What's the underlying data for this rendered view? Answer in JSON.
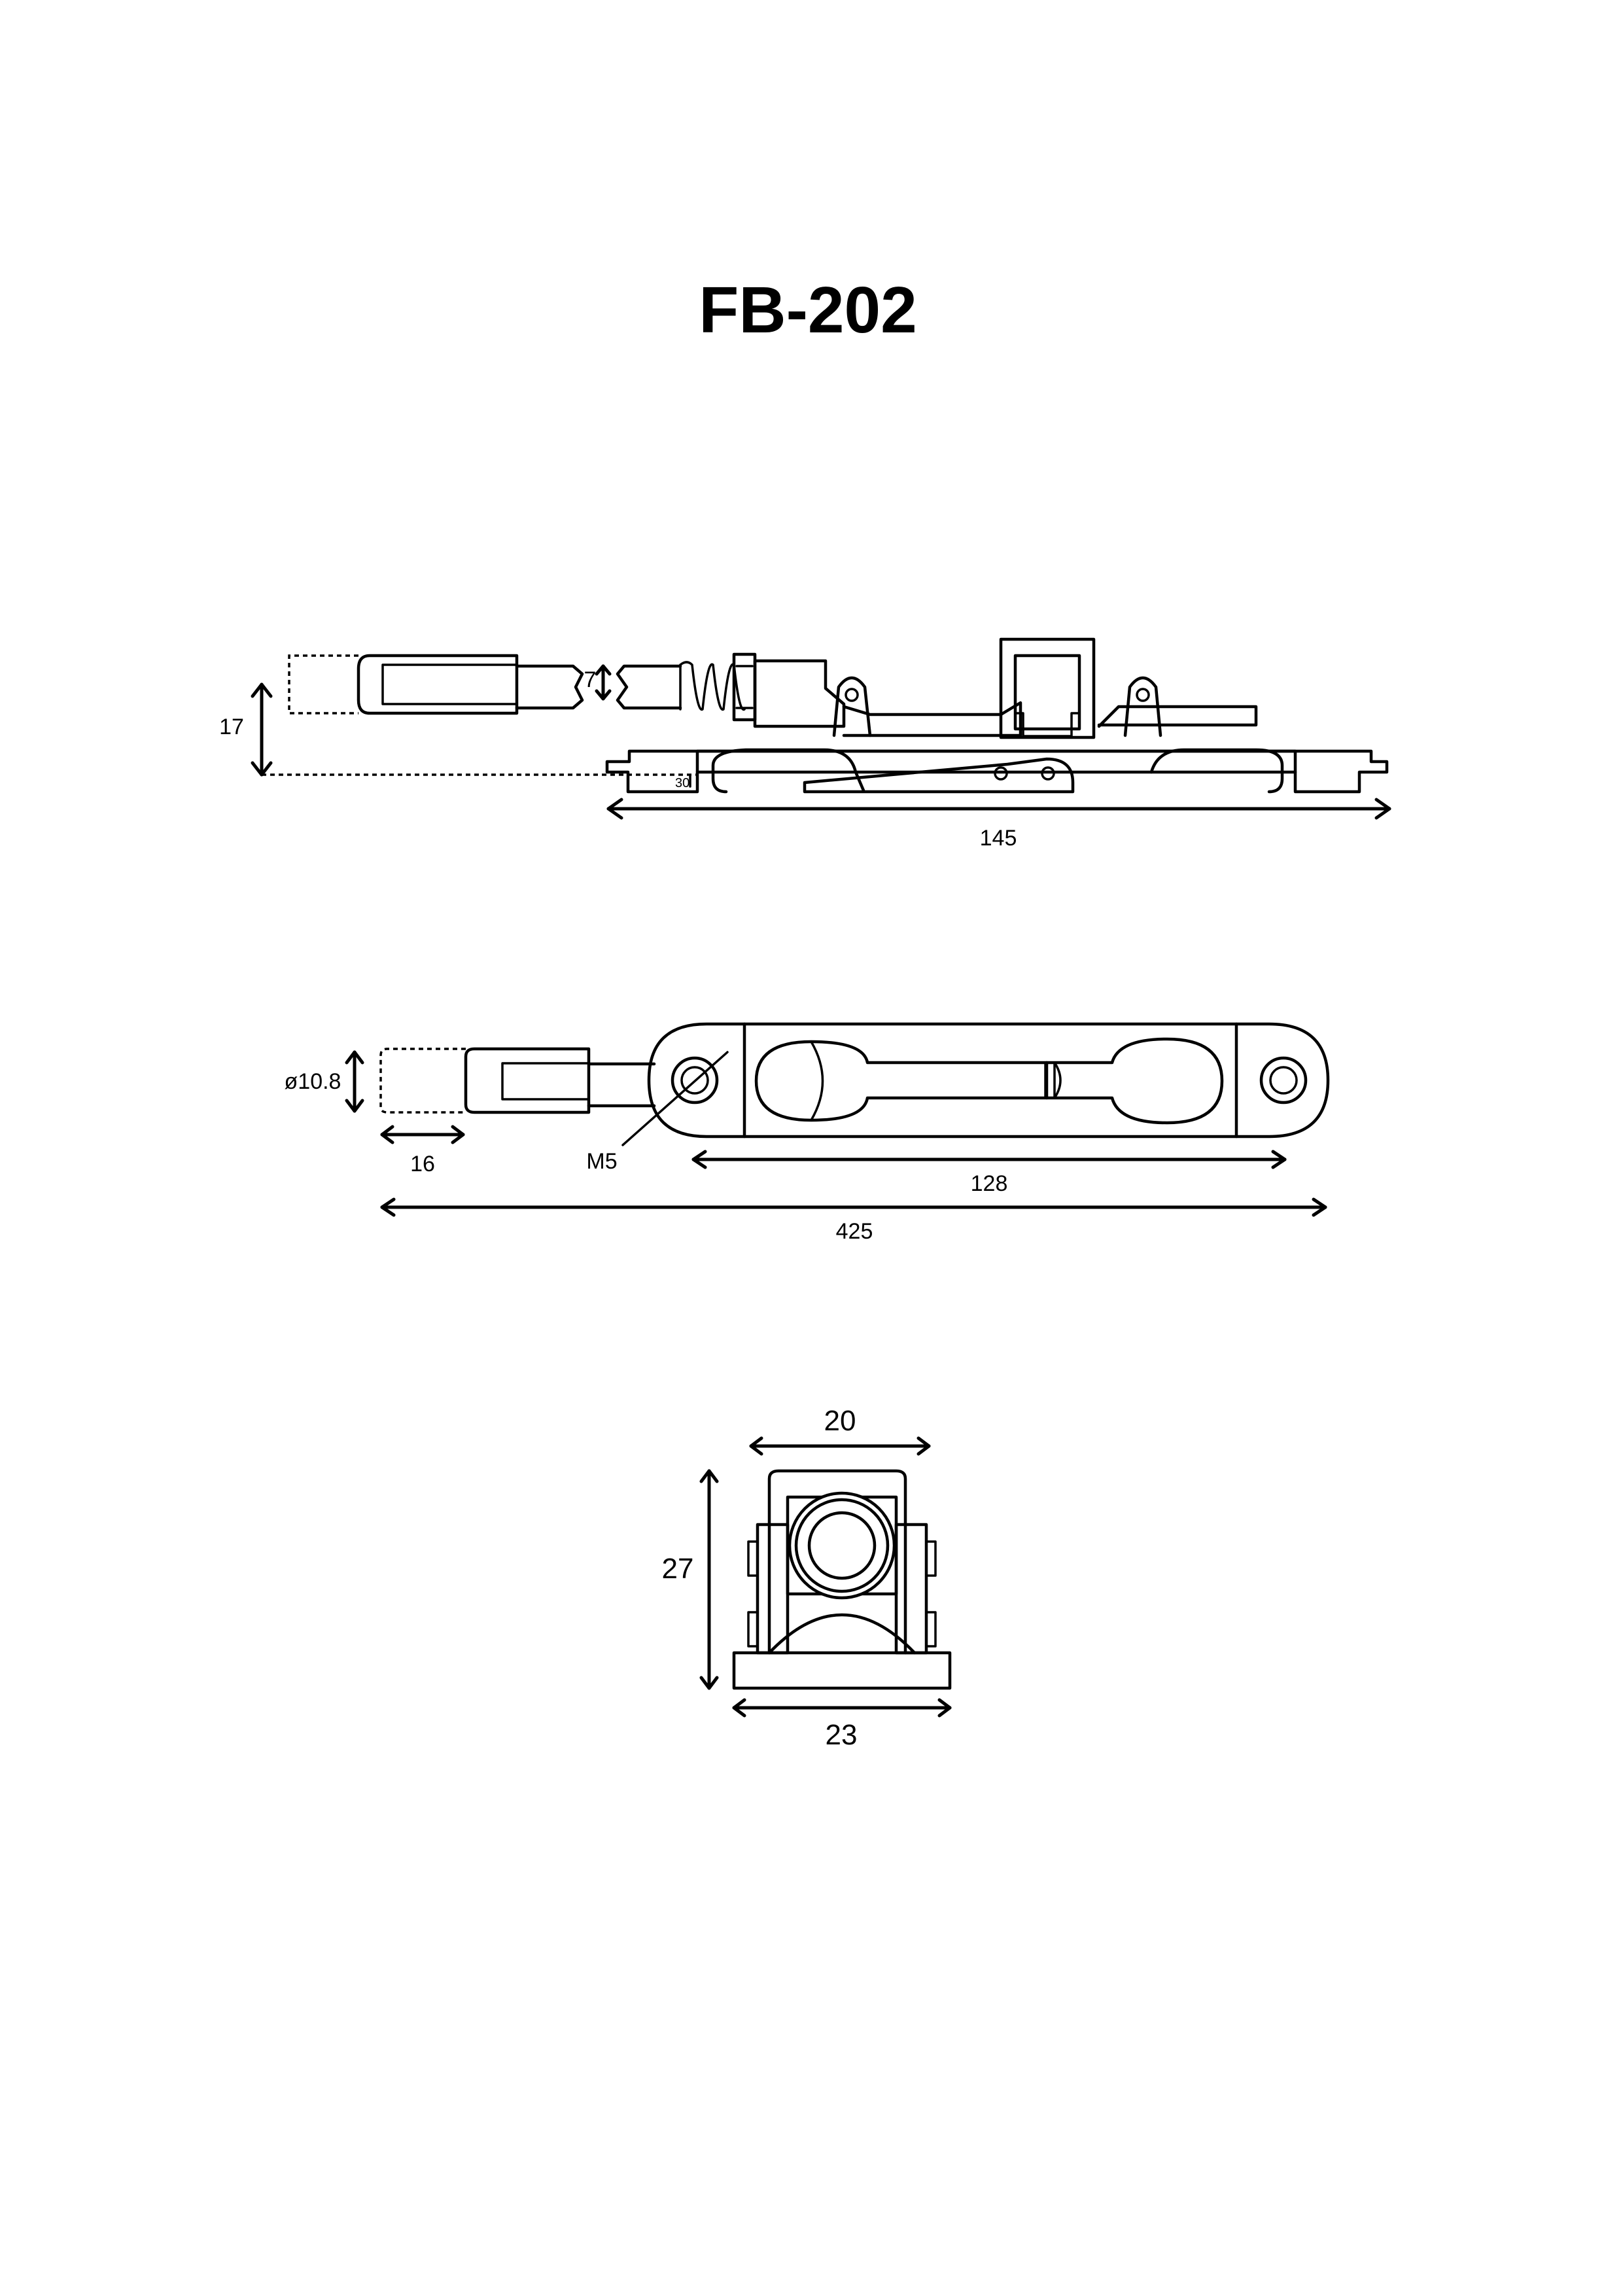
{
  "title": "FB-202",
  "side_view": {
    "dim_height": "17",
    "dim_length": "145",
    "dim_small_gap": "7",
    "dim_angle": "30"
  },
  "top_view": {
    "dim_diameter": "ø10.8",
    "dim_rod_end": "16",
    "dim_thread": "M5",
    "dim_slot": "128",
    "dim_overall": "425"
  },
  "end_view": {
    "dim_width_top": "20",
    "dim_height": "27",
    "dim_width_base": "23"
  }
}
